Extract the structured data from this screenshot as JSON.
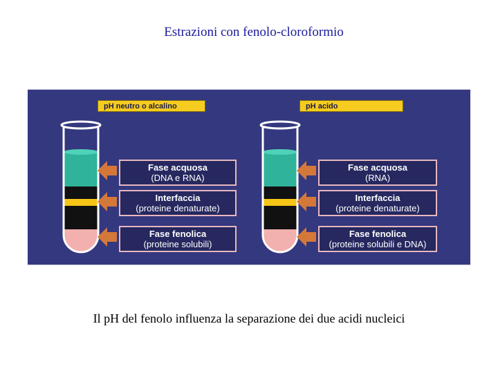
{
  "title": "Estrazioni con fenolo-cloroformio",
  "caption": "Il pH del fenolo influenza la separazione dei due acidi nucleici",
  "colors": {
    "panel_bg": "#34387f",
    "label_bg": "#f5cc1f",
    "aqueous_phase": "#2fb39a",
    "interphase_band": "#f5c518",
    "phenol_phase": "#f2b0ae",
    "arrow": "#d4783a",
    "box_border": "#e8b8c0"
  },
  "left": {
    "ph_label": "pH neutro o alcalino",
    "boxes": [
      {
        "title": "Fase acquosa",
        "subtitle": "(DNA e RNA)"
      },
      {
        "title": "Interfaccia",
        "subtitle": "(proteine denaturate)"
      },
      {
        "title": "Fase fenolica",
        "subtitle": "(proteine solubili)"
      }
    ]
  },
  "right": {
    "ph_label": "pH acido",
    "boxes": [
      {
        "title": "Fase acquosa",
        "subtitle": "(RNA)"
      },
      {
        "title": "Interfaccia",
        "subtitle": "(proteine denaturate)"
      },
      {
        "title": "Fase fenolica",
        "subtitle": "(proteine solubili e DNA)"
      }
    ]
  }
}
